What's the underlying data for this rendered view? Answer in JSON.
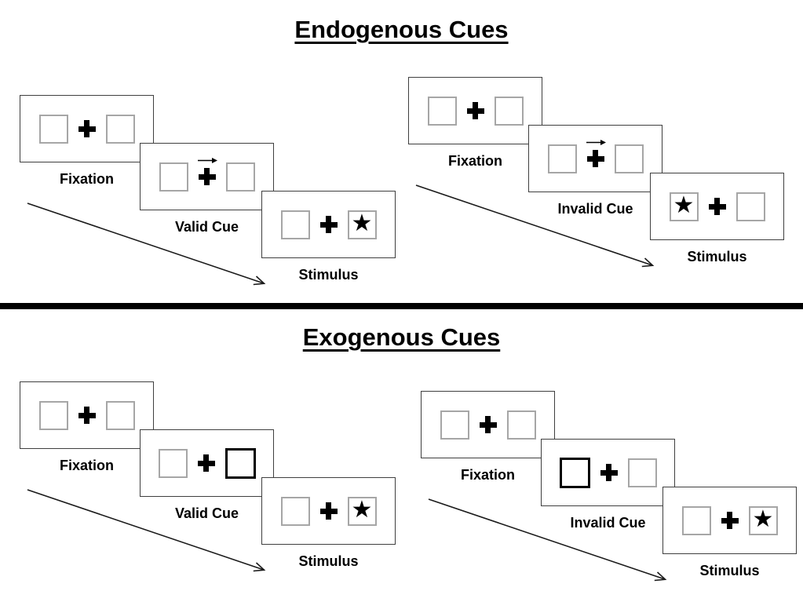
{
  "diagram": {
    "sections": [
      {
        "title": "Endogenous Cues"
      },
      {
        "title": "Exogenous Cues"
      }
    ],
    "glyphs": {
      "star": "★"
    },
    "colors": {
      "ink": "#000000",
      "panel_border": "#3f3f3f",
      "box_border": "#a6a6a6",
      "highlight_box_border": "#000000",
      "background": "#ffffff"
    },
    "groups": [
      {
        "name": "endogenous-valid",
        "panels": [
          {
            "label": "Fixation"
          },
          {
            "label": "Valid Cue",
            "cue": "arrow-right-above-fixation"
          },
          {
            "label": "Stimulus",
            "star_position": "right"
          }
        ]
      },
      {
        "name": "endogenous-invalid",
        "panels": [
          {
            "label": "Fixation"
          },
          {
            "label": "Invalid Cue",
            "cue": "arrow-right-above-fixation"
          },
          {
            "label": "Stimulus",
            "star_position": "left"
          }
        ]
      },
      {
        "name": "exogenous-valid",
        "panels": [
          {
            "label": "Fixation"
          },
          {
            "label": "Valid Cue",
            "cue": "highlighted-right-box"
          },
          {
            "label": "Stimulus",
            "star_position": "right"
          }
        ]
      },
      {
        "name": "exogenous-invalid",
        "panels": [
          {
            "label": "Fixation"
          },
          {
            "label": "Invalid Cue",
            "cue": "highlighted-left-box"
          },
          {
            "label": "Stimulus",
            "star_position": "right"
          }
        ]
      }
    ]
  }
}
